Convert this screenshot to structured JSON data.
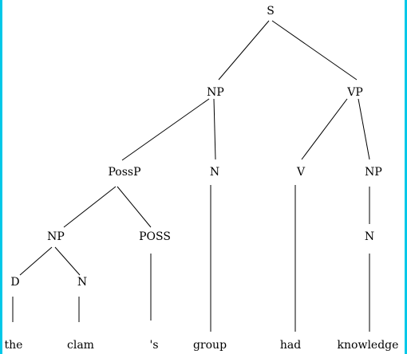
{
  "tree": {
    "nodes": [
      {
        "id": "S",
        "label": "S"
      },
      {
        "id": "NP1",
        "label": "NP"
      },
      {
        "id": "VP",
        "label": "VP"
      },
      {
        "id": "PossP",
        "label": "PossP"
      },
      {
        "id": "N1",
        "label": "N"
      },
      {
        "id": "V",
        "label": "V"
      },
      {
        "id": "NP2",
        "label": "NP"
      },
      {
        "id": "NP3",
        "label": "NP"
      },
      {
        "id": "POSS",
        "label": "POSS"
      },
      {
        "id": "N2",
        "label": "N"
      },
      {
        "id": "D",
        "label": "D"
      },
      {
        "id": "N3",
        "label": "N"
      }
    ],
    "words": [
      {
        "id": "w_the",
        "text": "the"
      },
      {
        "id": "w_clam",
        "text": "clam"
      },
      {
        "id": "w_s",
        "text": "'s"
      },
      {
        "id": "w_group",
        "text": "group"
      },
      {
        "id": "w_had",
        "text": "had"
      },
      {
        "id": "w_knowledge",
        "text": "knowledge"
      }
    ]
  },
  "colors": {
    "frame": "#00c8e8",
    "ink": "#000000",
    "background": "#ffffff"
  }
}
